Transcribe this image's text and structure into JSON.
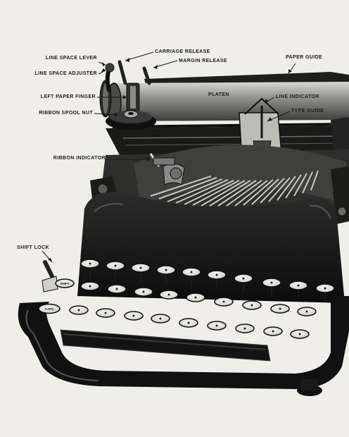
{
  "labels": {
    "line_space_lever": "LINE SPACE LEVER",
    "line_space_adjuster": "LINE SPACE ADJUSTER",
    "left_paper_finger": "LEFT PAPER FINGER",
    "ribbon_spool_nut": "RIBBON SPOOL NUT",
    "ribbon_indicator": "RIBBON INDICATOR",
    "shift_lock": "SHIFT LOCK",
    "carriage_release": "CARRIAGE RELEASE",
    "margin_release": "MARGIN RELEASE",
    "paper_guide": "PAPER GUIDE",
    "platen": "PLATEN",
    "line_indicator": "LINE INDICATOR",
    "type_guide": "TYPE GUIDE"
  },
  "key_legends": {
    "shift": "SHIFT",
    "caps": "CAPS"
  },
  "colors": {
    "background": "#efeee8",
    "ink": "#151515",
    "metal": "#8a8a86",
    "key_face": "#e4e3dc"
  }
}
